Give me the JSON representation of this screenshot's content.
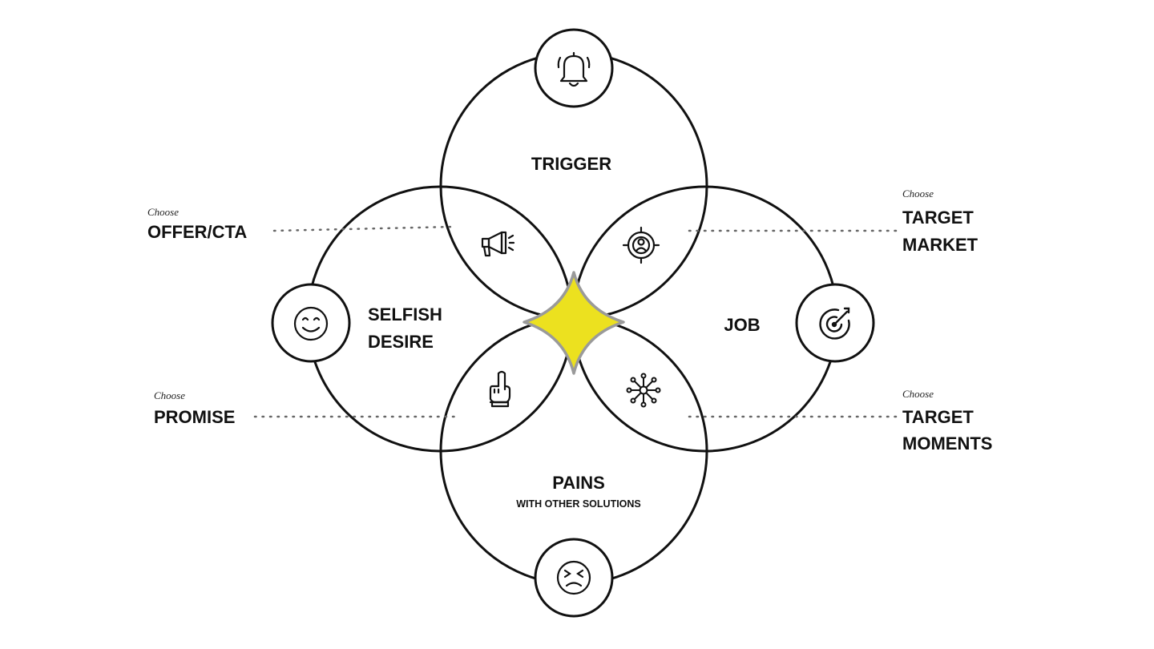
{
  "circles": {
    "trigger": "TRIGGER",
    "selfish_desire": [
      "SELFISH",
      "DESIRE"
    ],
    "job": "JOB",
    "pains": "PAINS",
    "pains_sub": "WITH OTHER SOLUTIONS"
  },
  "callouts": {
    "offer_cta": {
      "choose": "Choose",
      "lines": [
        "OFFER/CTA"
      ]
    },
    "promise": {
      "choose": "Choose",
      "lines": [
        "PROMISE"
      ]
    },
    "target_market": {
      "choose": "Choose",
      "lines": [
        "TARGET",
        "MARKET"
      ]
    },
    "target_moments": {
      "choose": "Choose",
      "lines": [
        "TARGET",
        "MOMENTS"
      ]
    }
  },
  "icons": {
    "top": "bell-icon",
    "left": "smile-icon",
    "right": "target-arrow-icon",
    "bottom": "frustrated-face-icon",
    "upper_left": "megaphone-icon",
    "upper_right": "target-person-icon",
    "lower_left": "pointing-hand-icon",
    "lower_right": "network-icon",
    "center": "sparkle-star-icon"
  },
  "colors": {
    "stroke": "#111111",
    "star_fill": "#ece11f",
    "star_outline": "#9a9a9a",
    "dots": "#666666",
    "background": "#ffffff"
  }
}
